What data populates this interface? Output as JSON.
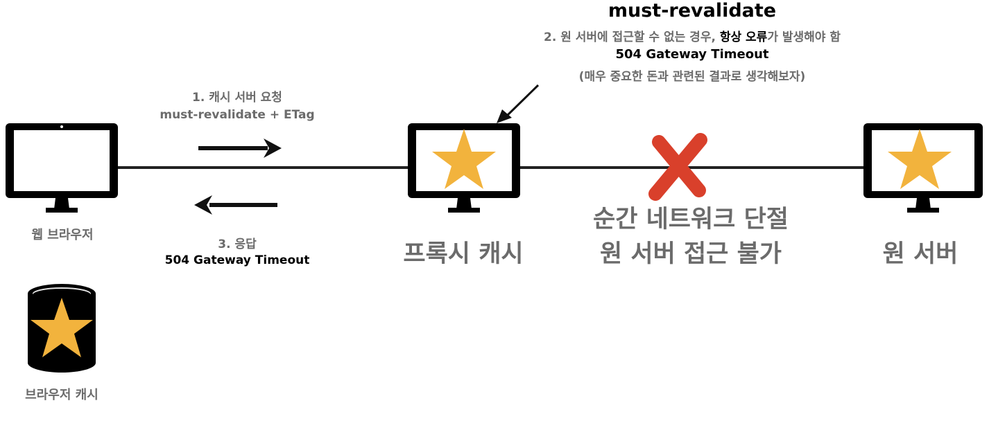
{
  "annotation": {
    "title": "must-revalidate",
    "line1_prefix": "2. 원 서버에 접근할 수 없는 경우, ",
    "line1_strong": "항상 오류",
    "line1_suffix": "가 발생해야 함",
    "line2": "504 Gateway Timeout",
    "line3": "(매우 중요한 돈과 관련된 결과로 생각해보자)"
  },
  "request": {
    "step": "1. 캐시 서버 요청",
    "detail": "must-revalidate + ETag"
  },
  "response": {
    "step": "3. 응답",
    "detail": "504 Gateway Timeout"
  },
  "nodes": {
    "browser": "웹 브라우저",
    "proxy": "프록시 캐시",
    "origin": "원 서버",
    "browser_cache": "브라우저 캐시"
  },
  "network": {
    "line1": "순간 네트워크 단절",
    "line2": "원 서버 접근 불가"
  },
  "colors": {
    "star": "#F2B33D",
    "cross": "#D9402B",
    "text_gray": "#6b6b6b"
  },
  "icons": [
    "monitor-icon",
    "star-icon",
    "database-icon",
    "cross-icon",
    "arrow-right-icon",
    "arrow-left-icon"
  ]
}
